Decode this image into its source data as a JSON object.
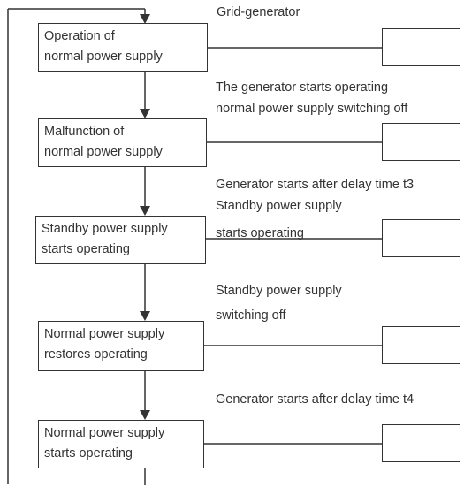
{
  "steps": [
    {
      "label": "Operation of\nnormal power supply"
    },
    {
      "label": "Malfunction of\nnormal power supply"
    },
    {
      "label": "Standby power supply\nstarts operating"
    },
    {
      "label": "Normal power supply\nrestores operating"
    },
    {
      "label": "Normal power supply\nstarts operating"
    }
  ],
  "notes": {
    "grid_generator": "Grid-generator",
    "gen_starts_operating": "The generator starts operating",
    "normal_switching_off": "normal power supply switching off",
    "gen_delay_t3": "Generator starts after delay time t3",
    "standby_supply": "Standby power supply",
    "starts_operating": "starts operating",
    "standby_supply_2": "Standby power supply",
    "switching_off": "switching off",
    "gen_delay_t4": "Generator starts after delay time t4"
  }
}
